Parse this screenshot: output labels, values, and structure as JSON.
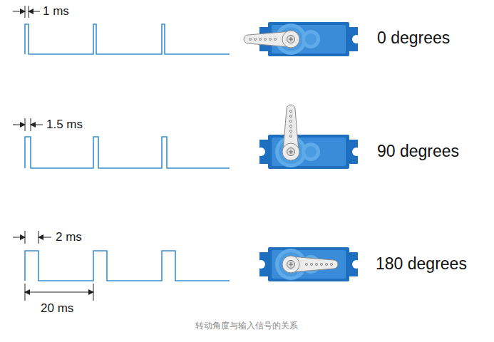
{
  "diagram": {
    "caption": "转动角度与输入信号的关系",
    "labels": [
      "1 ms",
      "0 degrees",
      "1.5 ms",
      "90 degrees",
      "2 ms",
      "180 degrees",
      "20 ms"
    ]
  }
}
